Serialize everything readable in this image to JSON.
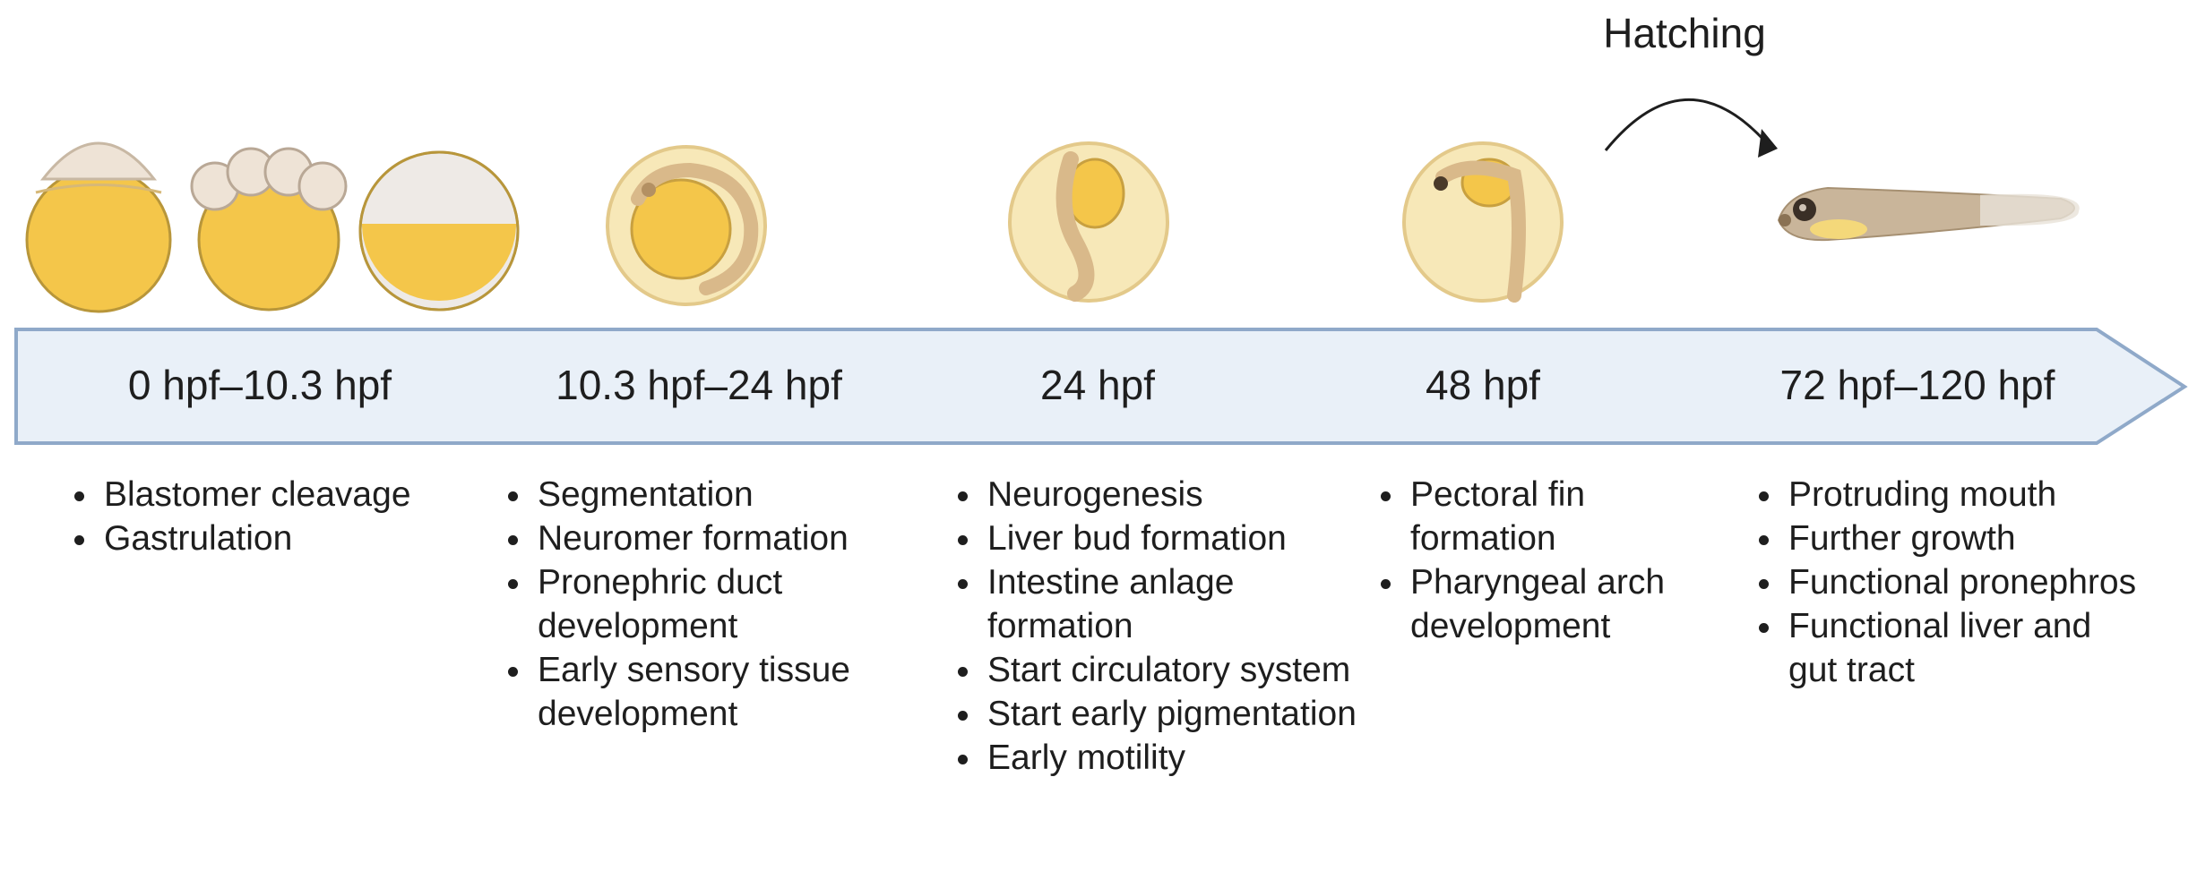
{
  "hatching_label": "Hatching",
  "colors": {
    "arrow_fill": "#e9f0f8",
    "arrow_stroke": "#8fa9c9",
    "yolk": "#f4c64a",
    "chorion": "#f7e8b8",
    "embryo_tissue": "#d9b98a",
    "larva_body": "#c9b59a"
  },
  "stages": [
    {
      "label": "0 hpf–10.3 hpf",
      "events": [
        "Blastomer cleavage",
        "Gastrulation"
      ]
    },
    {
      "label": "10.3 hpf–24 hpf",
      "events": [
        "Segmentation",
        "Neuromer formation",
        "Pronephric duct development",
        "Early sensory tissue development"
      ]
    },
    {
      "label": "24 hpf",
      "events": [
        "Neurogenesis",
        "Liver bud formation",
        "Intestine anlage formation",
        "Start circulatory system",
        "Start early pigmentation",
        "Early motility"
      ]
    },
    {
      "label": "48 hpf",
      "events": [
        "Pectoral fin formation",
        "Pharyngeal arch development"
      ]
    },
    {
      "label": "72 hpf–120 hpf",
      "events": [
        "Protruding mouth",
        "Further growth",
        "Functional pronephros",
        "Functional liver and gut tract"
      ]
    }
  ]
}
